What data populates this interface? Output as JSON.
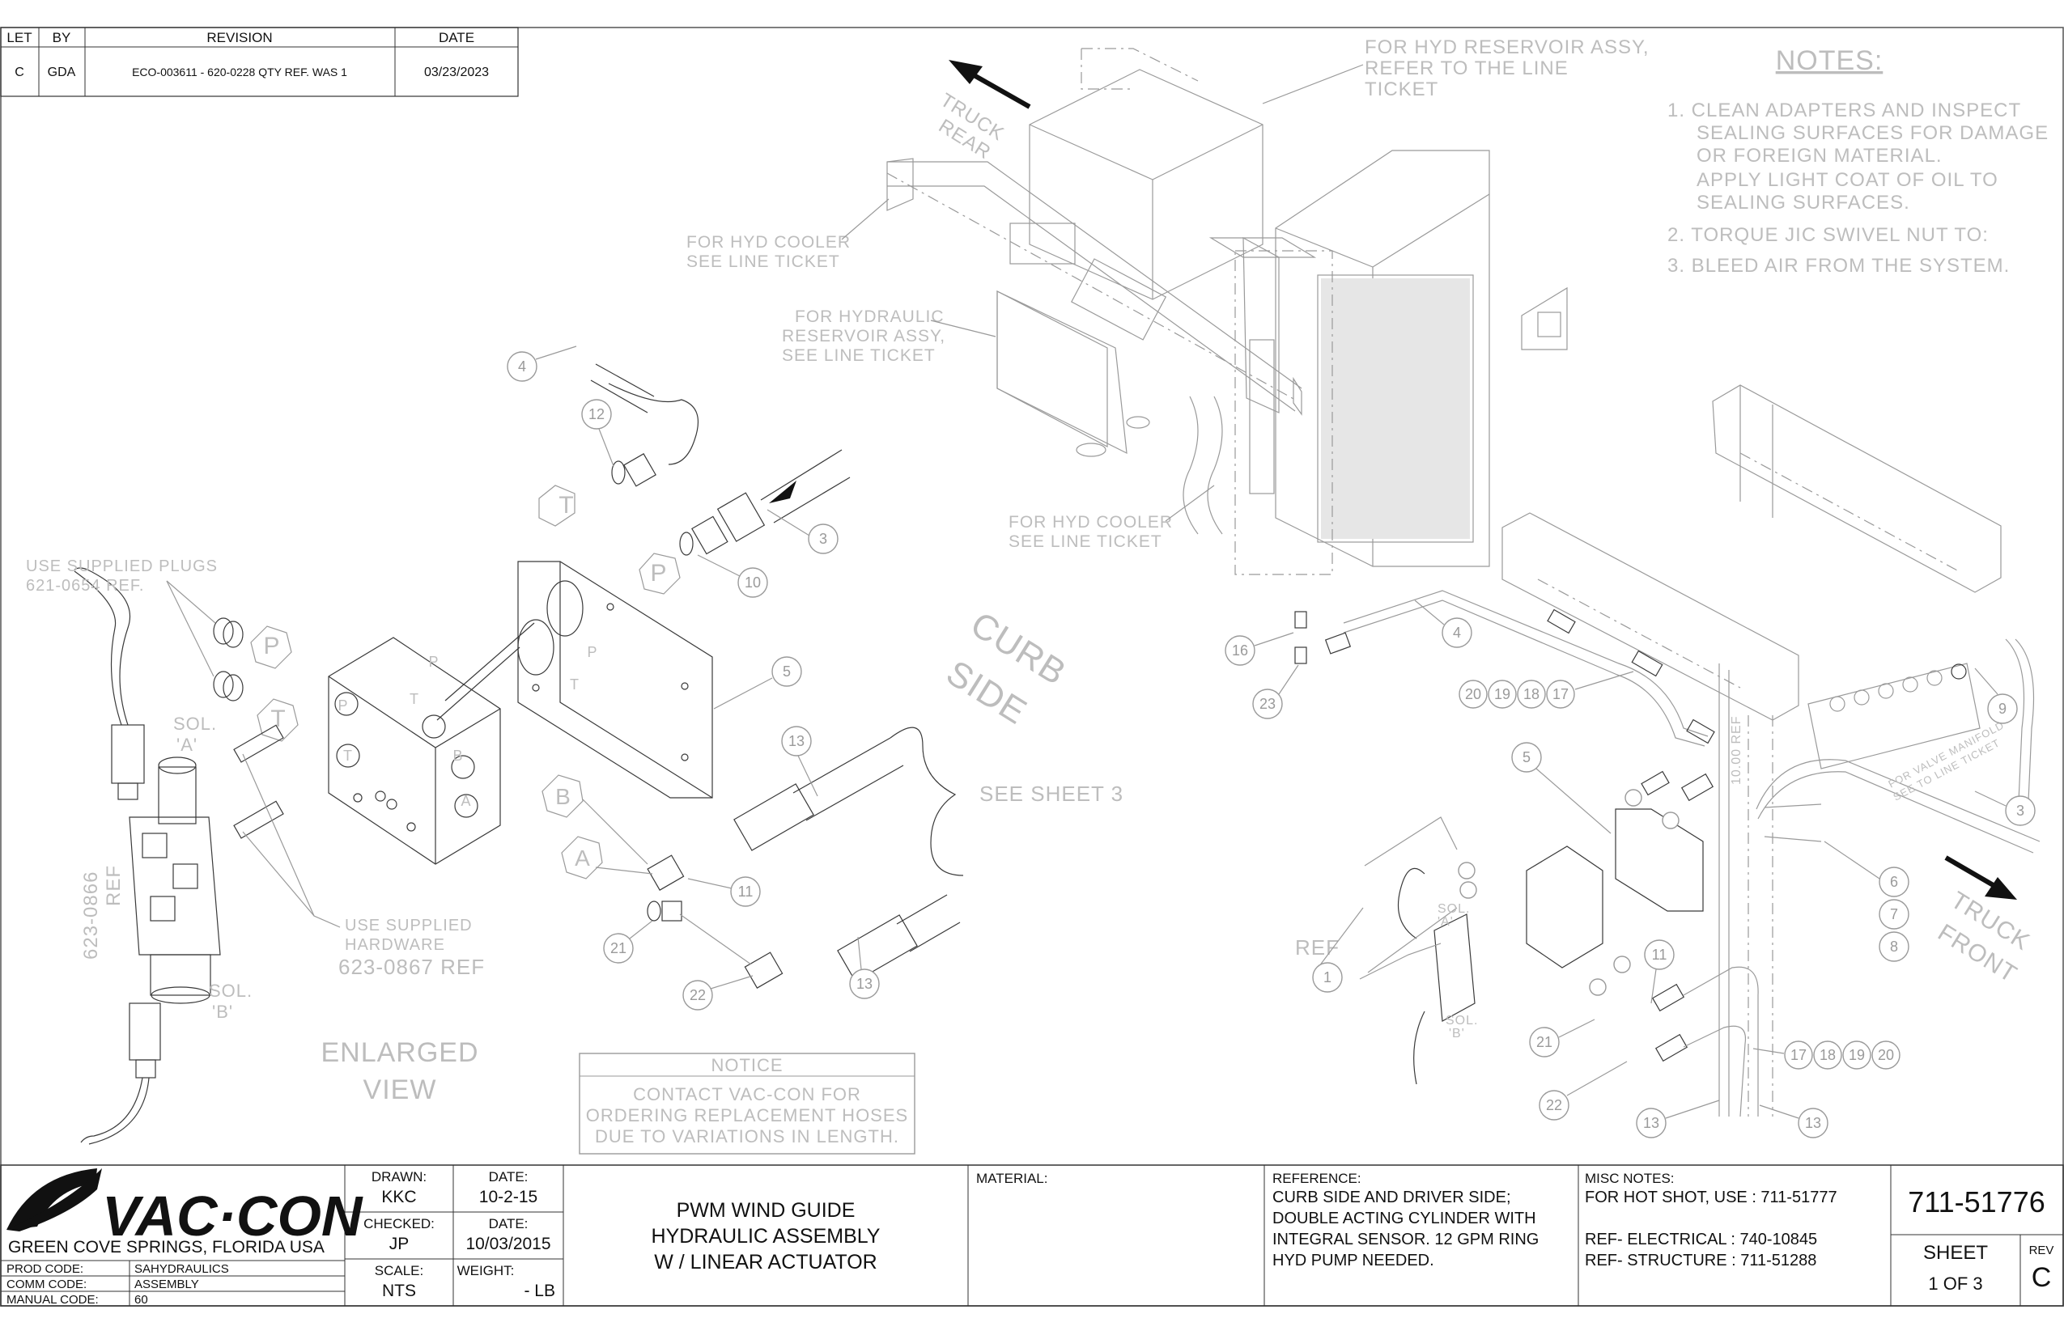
{
  "revision_table": {
    "headers": [
      "LET",
      "BY",
      "REVISION",
      "DATE"
    ],
    "rows": [
      [
        "C",
        "GDA",
        "ECO-003611 - 620-0228 QTY REF. WAS 1",
        "03/23/2023"
      ]
    ]
  },
  "notes": {
    "title": "NOTES:",
    "items": [
      [
        "1. CLEAN ADAPTERS AND INSPECT",
        "SEALING SURFACES FOR DAMAGE",
        "OR FOREIGN MATERIAL.",
        "APPLY LIGHT COAT OF OIL TO",
        "SEALING SURFACES."
      ],
      [
        "2. TORQUE JIC SWIVEL NUT TO:"
      ],
      [
        "3. BLEED AIR FROM THE SYSTEM."
      ]
    ]
  },
  "callouts": {
    "reservoir_top": [
      "FOR HYD RESERVOIR ASSY,",
      "REFER TO THE LINE",
      "TICKET"
    ],
    "truck_rear": [
      "TRUCK",
      "REAR"
    ],
    "truck_front": [
      "TRUCK",
      "FRONT"
    ],
    "hyd_cooler_1": [
      "FOR HYD COOLER",
      "SEE LINE TICKET"
    ],
    "hyd_reservoir": [
      "FOR HYDRAULIC",
      "RESERVOIR ASSY,",
      "SEE LINE TICKET"
    ],
    "hyd_cooler_2": [
      "FOR HYD COOLER",
      "SEE LINE TICKET"
    ],
    "supplied_plugs": [
      "USE SUPPLIED PLUGS",
      "621-0654 REF."
    ],
    "curb_side": [
      "CURB",
      "SIDE"
    ],
    "see_sheet": "SEE SHEET 3",
    "sol_a": [
      "SOL.",
      "'A'"
    ],
    "sol_b": [
      "SOL.",
      "'B'"
    ],
    "part_623_0866": [
      "623-0866",
      "REF"
    ],
    "supplied_hardware": [
      "USE SUPPLIED",
      "HARDWARE",
      "623-0867 REF"
    ],
    "enlarged_view": [
      "ENLARGED",
      "VIEW"
    ],
    "ref": "REF",
    "dim_10": "10.00 REF",
    "valve_manifold": [
      "FOR VALVE MANIFOLD",
      "SEE TO LINE TICKET"
    ],
    "sol_a_small": [
      "SOL.",
      "'A'"
    ],
    "sol_b_small": [
      "SOL.",
      "'B'"
    ]
  },
  "ports": {
    "p": "P",
    "t": "T",
    "a": "A",
    "b": "B"
  },
  "notice": {
    "title": "NOTICE",
    "lines": [
      "CONTACT VAC-CON FOR",
      "ORDERING REPLACEMENT HOSES",
      "DUE TO VARIATIONS IN LENGTH."
    ]
  },
  "balloons": {
    "b4": "4",
    "b12": "12",
    "b3": "3",
    "b10": "10",
    "b5": "5",
    "b13": "13",
    "b11": "11",
    "b21": "21",
    "b22": "22",
    "b13b": "13",
    "b16": "16",
    "b23": "23",
    "b4b": "4",
    "b20": "20",
    "b19": "19",
    "b18": "18",
    "b17": "17",
    "b5b": "5",
    "b9": "9",
    "b3b": "3",
    "b6": "6",
    "b7": "7",
    "b8": "8",
    "b1": "1",
    "b11b": "11",
    "b21b": "21",
    "b22b": "22",
    "b17b": "17",
    "b18b": "18",
    "b19b": "19",
    "b20b": "20",
    "b13c": "13",
    "b13d": "13"
  },
  "title_block": {
    "company": "VAC·CON",
    "location": "GREEN COVE SPRINGS, FLORIDA USA",
    "codes": [
      {
        "label": "PROD CODE:",
        "value": "SAHYDRAULICS"
      },
      {
        "label": "COMM CODE:",
        "value": "ASSEMBLY"
      },
      {
        "label": "MANUAL CODE:",
        "value": "60"
      }
    ],
    "drawn_label": "DRAWN:",
    "drawn_value": "KKC",
    "drawn_date_label": "DATE:",
    "drawn_date_value": "10-2-15",
    "checked_label": "CHECKED:",
    "checked_value": "JP",
    "checked_date_label": "DATE:",
    "checked_date_value": "10/03/2015",
    "scale_label": "SCALE:",
    "scale_value": "NTS",
    "weight_label": "WEIGHT:",
    "weight_value": "- LB",
    "title_lines": [
      "PWM WIND GUIDE",
      "HYDRAULIC ASSEMBLY",
      "W / LINEAR ACTUATOR"
    ],
    "material_label": "MATERIAL:",
    "reference_label": "REFERENCE:",
    "reference_lines": [
      "CURB SIDE AND DRIVER SIDE;",
      "DOUBLE  ACTING  CYLINDER WITH",
      "INTEGRAL  SENSOR. 12 GPM  RING",
      "HYD  PUMP  NEEDED."
    ],
    "misc_label": "MISC NOTES:",
    "misc_lines": [
      "FOR HOT SHOT, USE : 711-51777",
      "",
      "REF- ELECTRICAL : 740-10845",
      "REF- STRUCTURE : 711-51288"
    ],
    "drawing_number": "711-51776",
    "sheet_label": "SHEET",
    "sheet_value": "1 OF 3",
    "rev_label": "REV",
    "rev_value": "C"
  }
}
